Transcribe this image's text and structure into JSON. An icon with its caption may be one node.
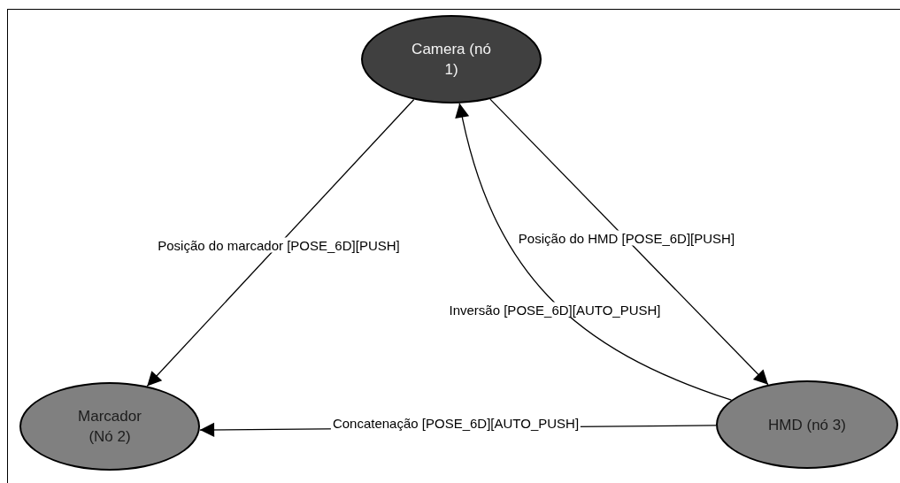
{
  "diagram": {
    "nodes": [
      {
        "text": [
          "Camera (nó 1)"
        ]
      },
      {
        "text": [
          "Marcador (Nó 2)"
        ]
      },
      {
        "text": [
          "HMD (nó 3)"
        ]
      }
    ],
    "edges": [
      {
        "from": 0,
        "to": 1,
        "arrow": "to",
        "label": "Posição do marcador [POSE_6D][PUSH]"
      },
      {
        "from": 0,
        "to": 2,
        "arrow": "to",
        "label": "Posição do HMD [POSE_6D][PUSH]"
      },
      {
        "from": 2,
        "to": 0,
        "arrow": "to",
        "label": "Inversão [POSE_6D][AUTO_PUSH]"
      },
      {
        "from": 2,
        "to": 1,
        "arrow": "to",
        "label": "Concatenação [POSE_6D][AUTO_PUSH]"
      }
    ]
  }
}
